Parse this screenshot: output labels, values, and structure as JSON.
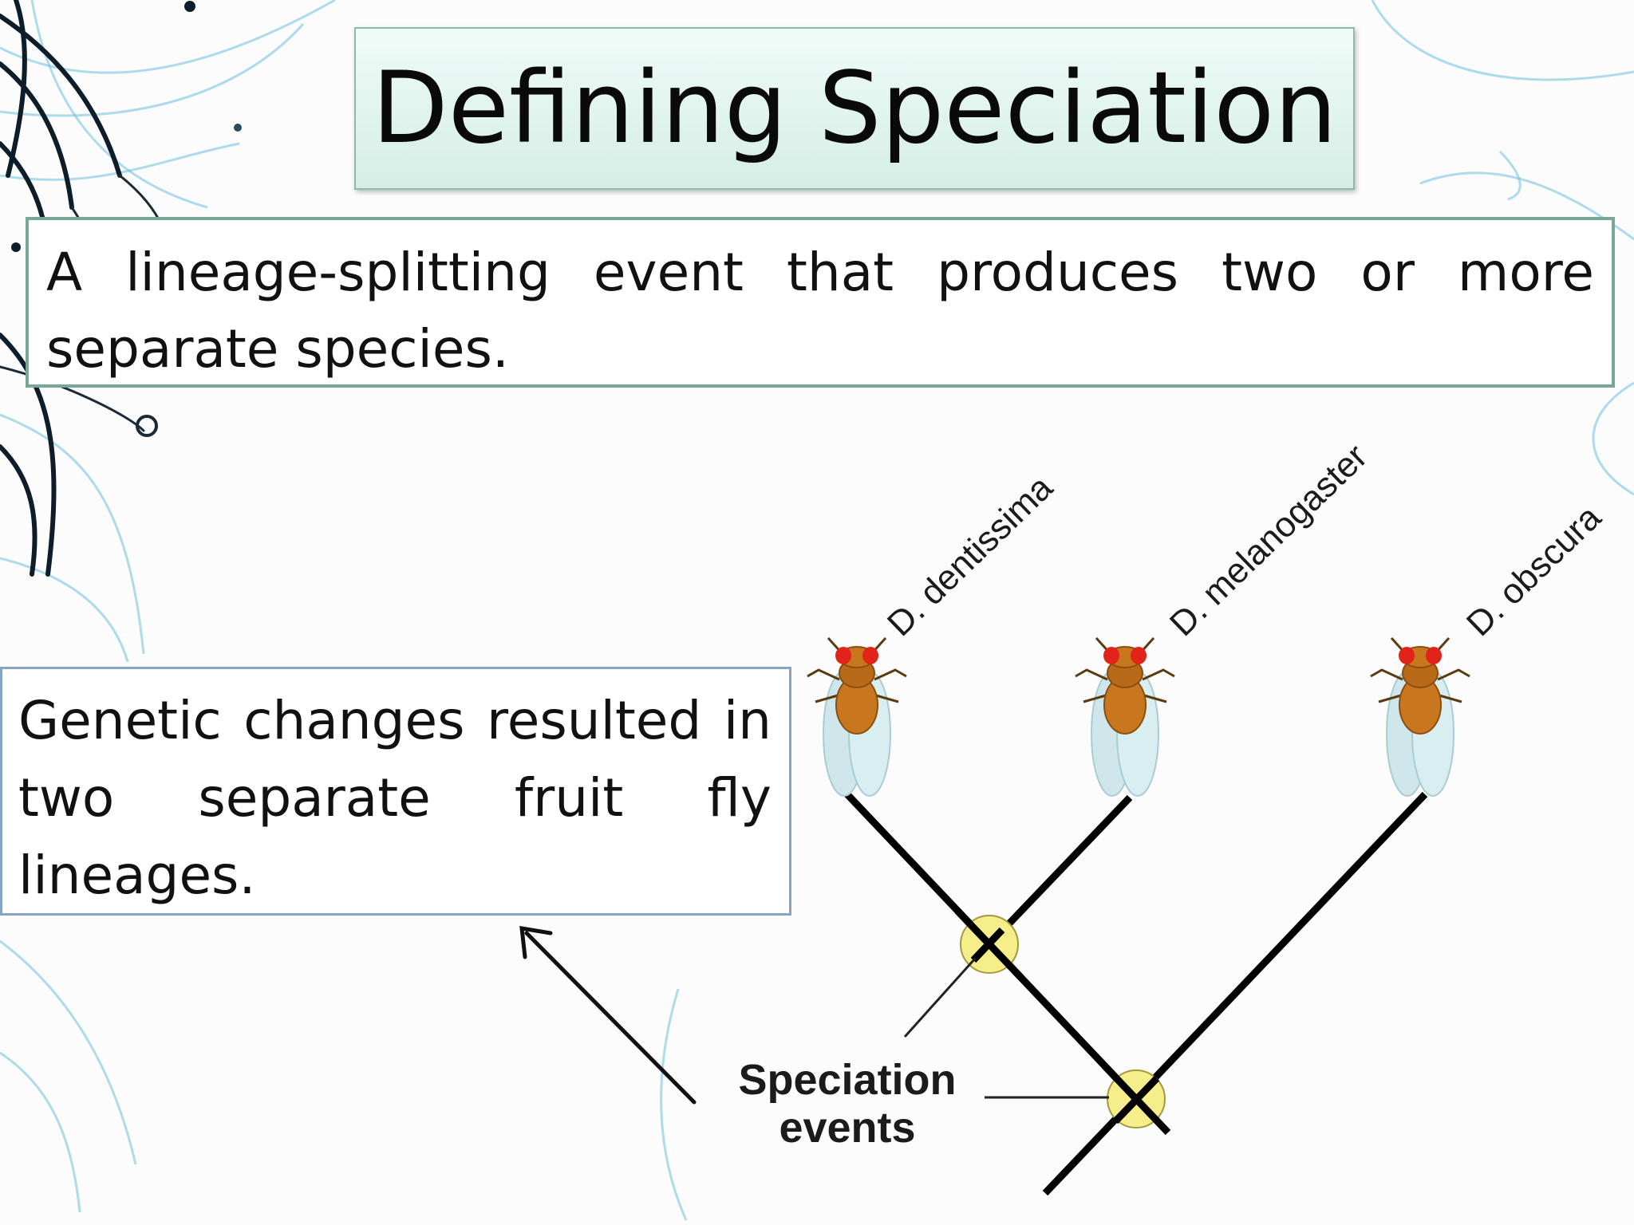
{
  "slide": {
    "title": "Defining Speciation",
    "definition": "A lineage-splitting event that produces two or more separate species.",
    "note": "Genetic changes resulted in two separate fruit fly lineages."
  },
  "diagram": {
    "species": [
      {
        "label": "D. dentissima"
      },
      {
        "label": "D. melanogaster"
      },
      {
        "label": "D. obscura"
      }
    ],
    "events_label_line1": "Speciation",
    "events_label_line2": "events",
    "fly_icon": "fruit-fly-icon",
    "colors": {
      "event_node": "#f6ee8a",
      "fly_body": "#c8771e",
      "fly_eye": "#e2231a",
      "fly_wing": "#cfe6ea",
      "branch": "#000000"
    }
  },
  "theme": {
    "title_border": "#8fb9ab",
    "definition_border": "#7aa696",
    "note_border": "#8aa4c8",
    "decor_accent": "#4fb0d6"
  }
}
